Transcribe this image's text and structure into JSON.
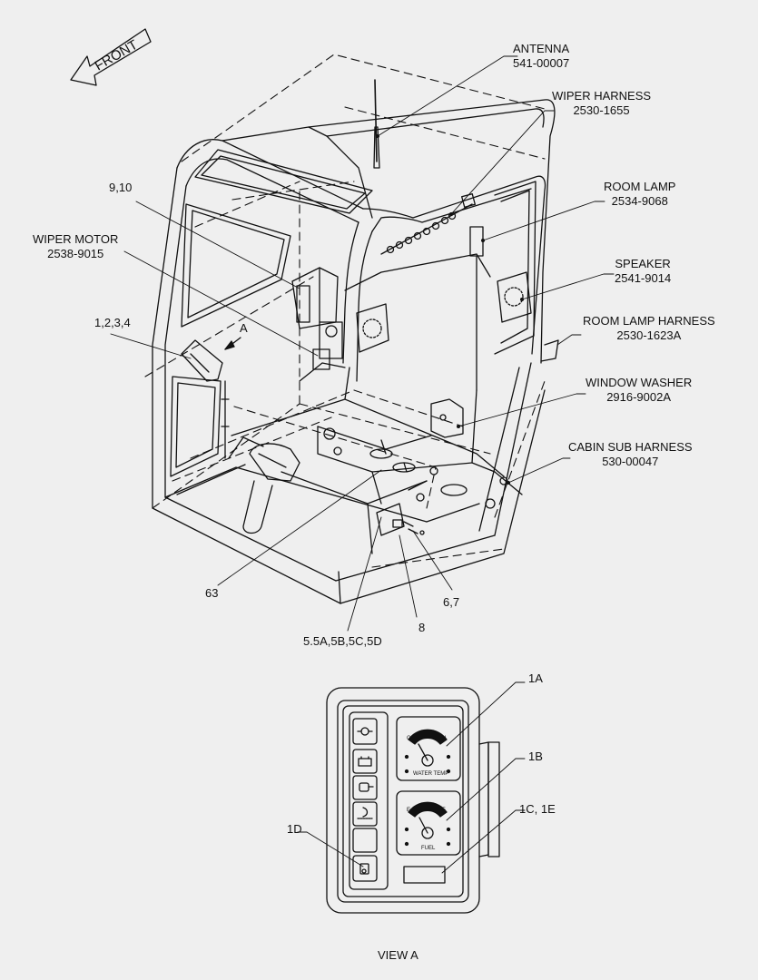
{
  "front_arrow": {
    "text": "FRONT"
  },
  "view_arrow": {
    "text": "A"
  },
  "callouts": {
    "antenna": {
      "name": "ANTENNA",
      "part": "541-00007"
    },
    "wiper_harness": {
      "name": "WIPER HARNESS",
      "part": "2530-1655"
    },
    "room_lamp": {
      "name": "ROOM LAMP",
      "part": "2534-9068"
    },
    "speaker": {
      "name": "SPEAKER",
      "part": "2541-9014"
    },
    "room_lamp_harness": {
      "name": "ROOM LAMP HARNESS",
      "part": "2530-1623A"
    },
    "window_washer": {
      "name": "WINDOW WASHER",
      "part": "2916-9002A"
    },
    "cabin_sub_harness": {
      "name": "CABIN SUB HARNESS",
      "part": "530-00047"
    },
    "wiper_motor": {
      "name": "WIPER MOTOR",
      "part": "2538-9015"
    },
    "item_9_10": "9,10",
    "item_1_2_3_4": "1,2,3,4",
    "item_63": "63",
    "item_6_7": "6,7",
    "item_8": "8",
    "item_5": "5.5A,5B,5C,5D"
  },
  "view_a": {
    "title": "VIEW  A",
    "labels": {
      "l1a": "1A",
      "l1b": "1B",
      "l1c": "1C, 1E",
      "l1d": "1D"
    },
    "gauges": {
      "water": {
        "low": "C",
        "high": "H",
        "caption": "WATER TEMP"
      },
      "fuel": {
        "low": "E",
        "high": "F",
        "caption": "FUEL"
      }
    }
  }
}
